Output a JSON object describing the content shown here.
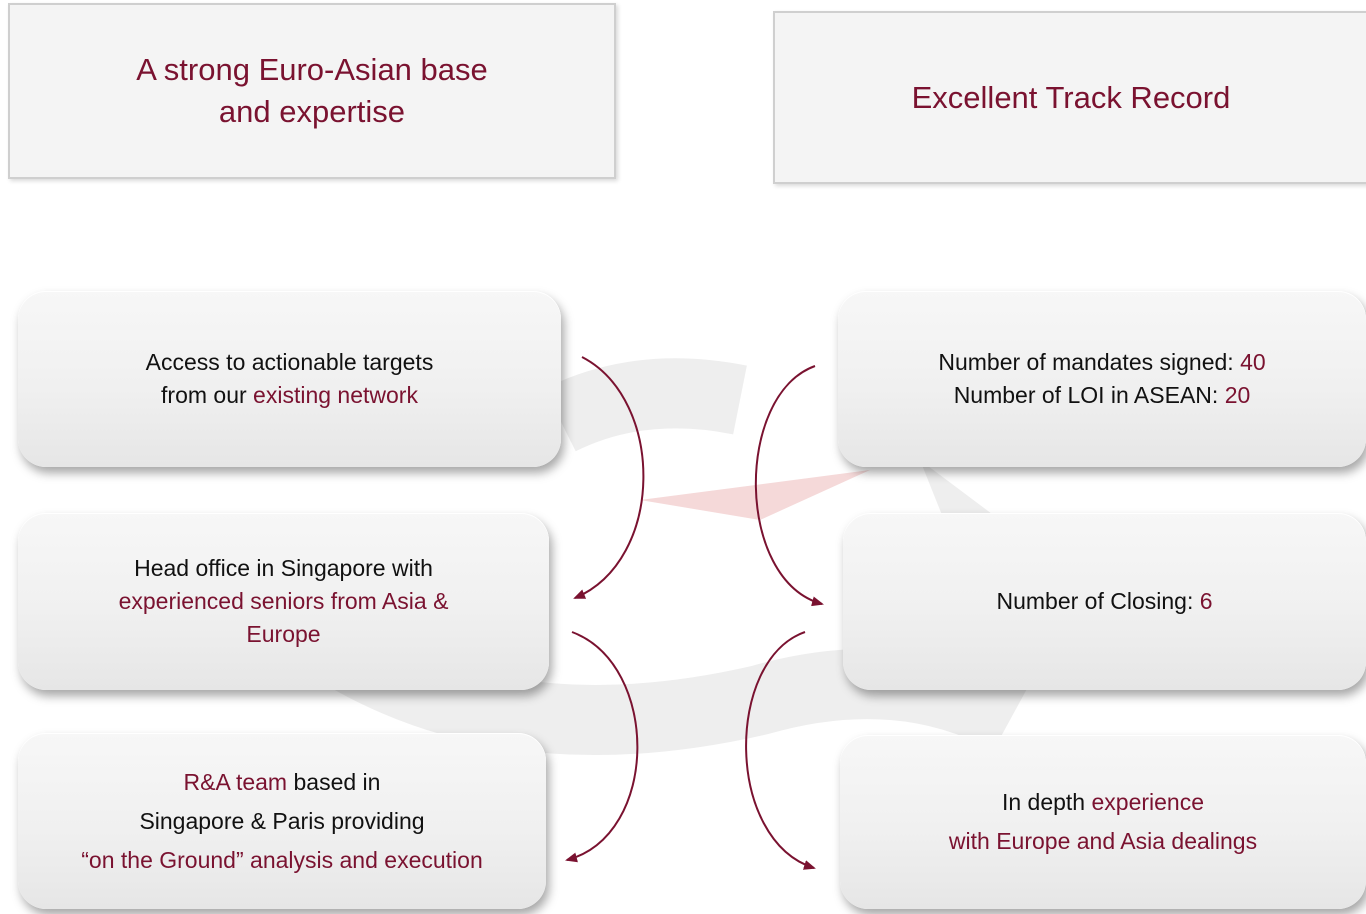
{
  "colors": {
    "accent": "#7a1230",
    "text": "#111111",
    "header_bg": "#f4f4f4",
    "card_bg": "#f0f0f0"
  },
  "headers": {
    "left": {
      "line1": "A strong Euro-Asian base",
      "line2": "and expertise"
    },
    "right": {
      "line1": "Excellent Track Record"
    }
  },
  "left_cards": [
    {
      "l1": "Access to actionable targets",
      "l2_pre": "from our ",
      "l2_accent": "existing network"
    },
    {
      "l1": "Head office in Singapore with",
      "l2_accent": "experienced seniors from Asia &",
      "l3_accent": "Europe"
    },
    {
      "l1_accent": "R&A team",
      "l1_post": " based in",
      "l2": "Singapore & Paris providing",
      "l3_accent": "“on the Ground” analysis and execution"
    }
  ],
  "right_cards": [
    {
      "l1_pre": "Number of mandates signed: ",
      "l1_val": "40",
      "l2_pre": "Number of LOI in ASEAN: ",
      "l2_val": "20"
    },
    {
      "l1_pre": "Number of Closing: ",
      "l1_val": "6"
    },
    {
      "l1_pre": "In depth ",
      "l1_accent": "experience",
      "l2_accent": "with Europe and Asia dealings"
    }
  ],
  "icons": {
    "arrow": "curved-arrow-icon",
    "watermark": "logo-watermark"
  }
}
